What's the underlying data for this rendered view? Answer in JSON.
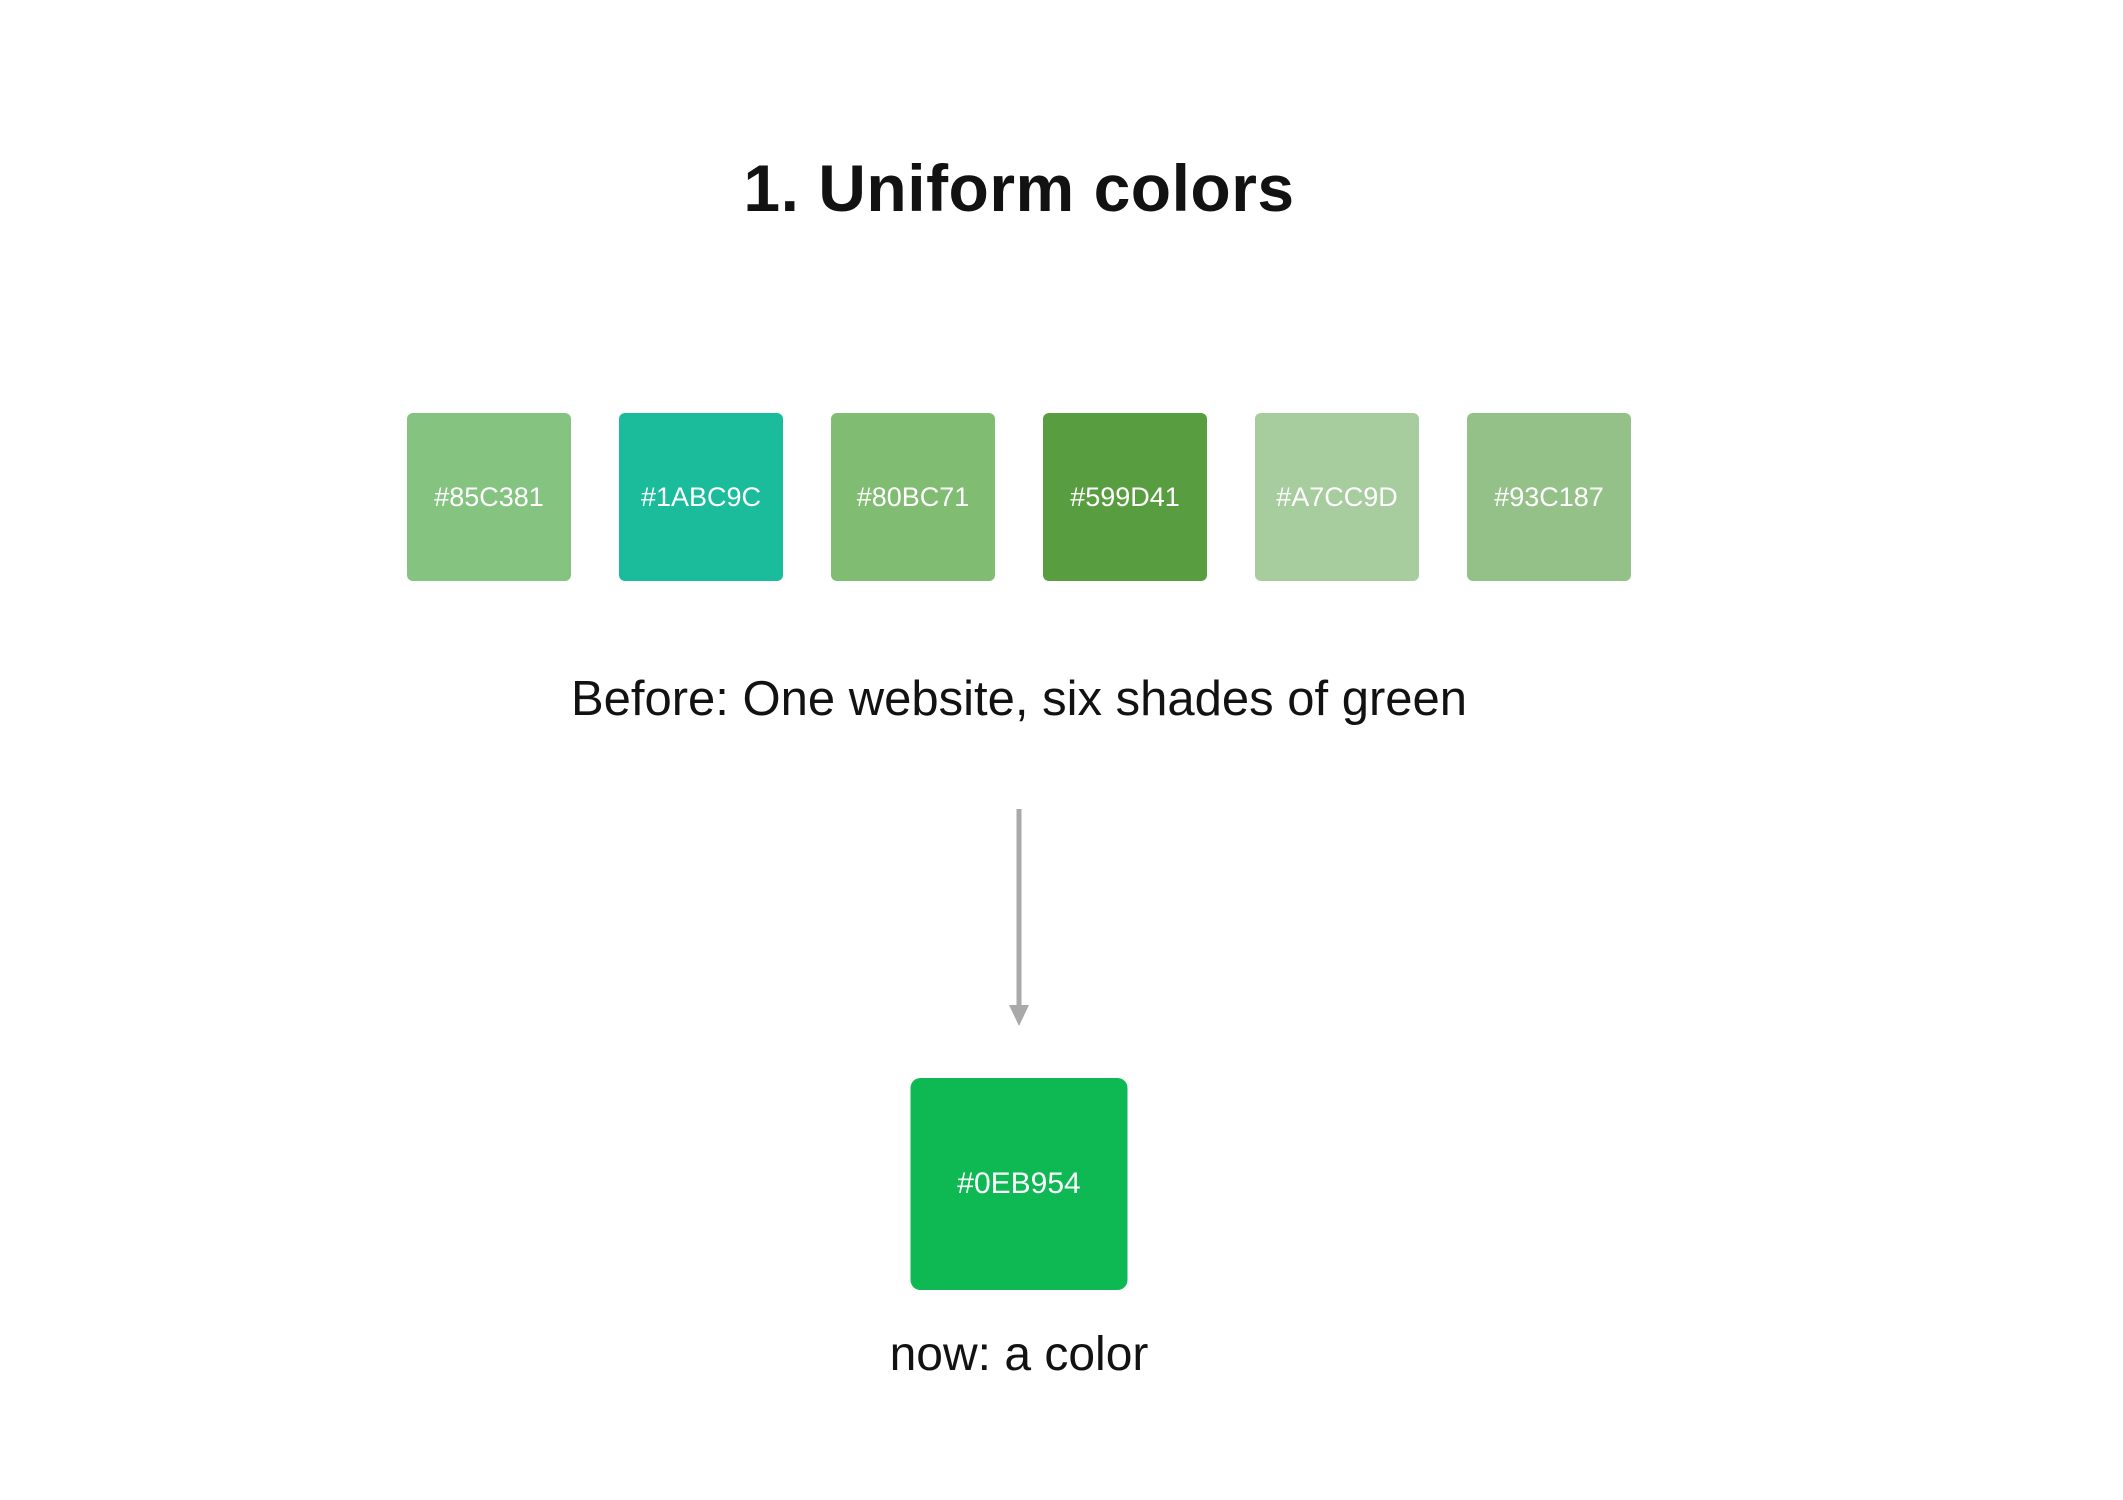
{
  "title": "1. Uniform colors",
  "colors": {
    "background": "#ffffff",
    "text": "#121212",
    "swatch_label": "#ffffff",
    "arrow": "#a9a9a9"
  },
  "before": {
    "caption": "Before: One website, six shades of green",
    "swatches": [
      {
        "hex": "#85C381"
      },
      {
        "hex": "#1ABC9C"
      },
      {
        "hex": "#80BC71"
      },
      {
        "hex": "#599D41"
      },
      {
        "hex": "#A7CC9D"
      },
      {
        "hex": "#93C187"
      }
    ]
  },
  "after": {
    "caption": "now: a color",
    "swatch": {
      "hex": "#0EB954"
    }
  }
}
